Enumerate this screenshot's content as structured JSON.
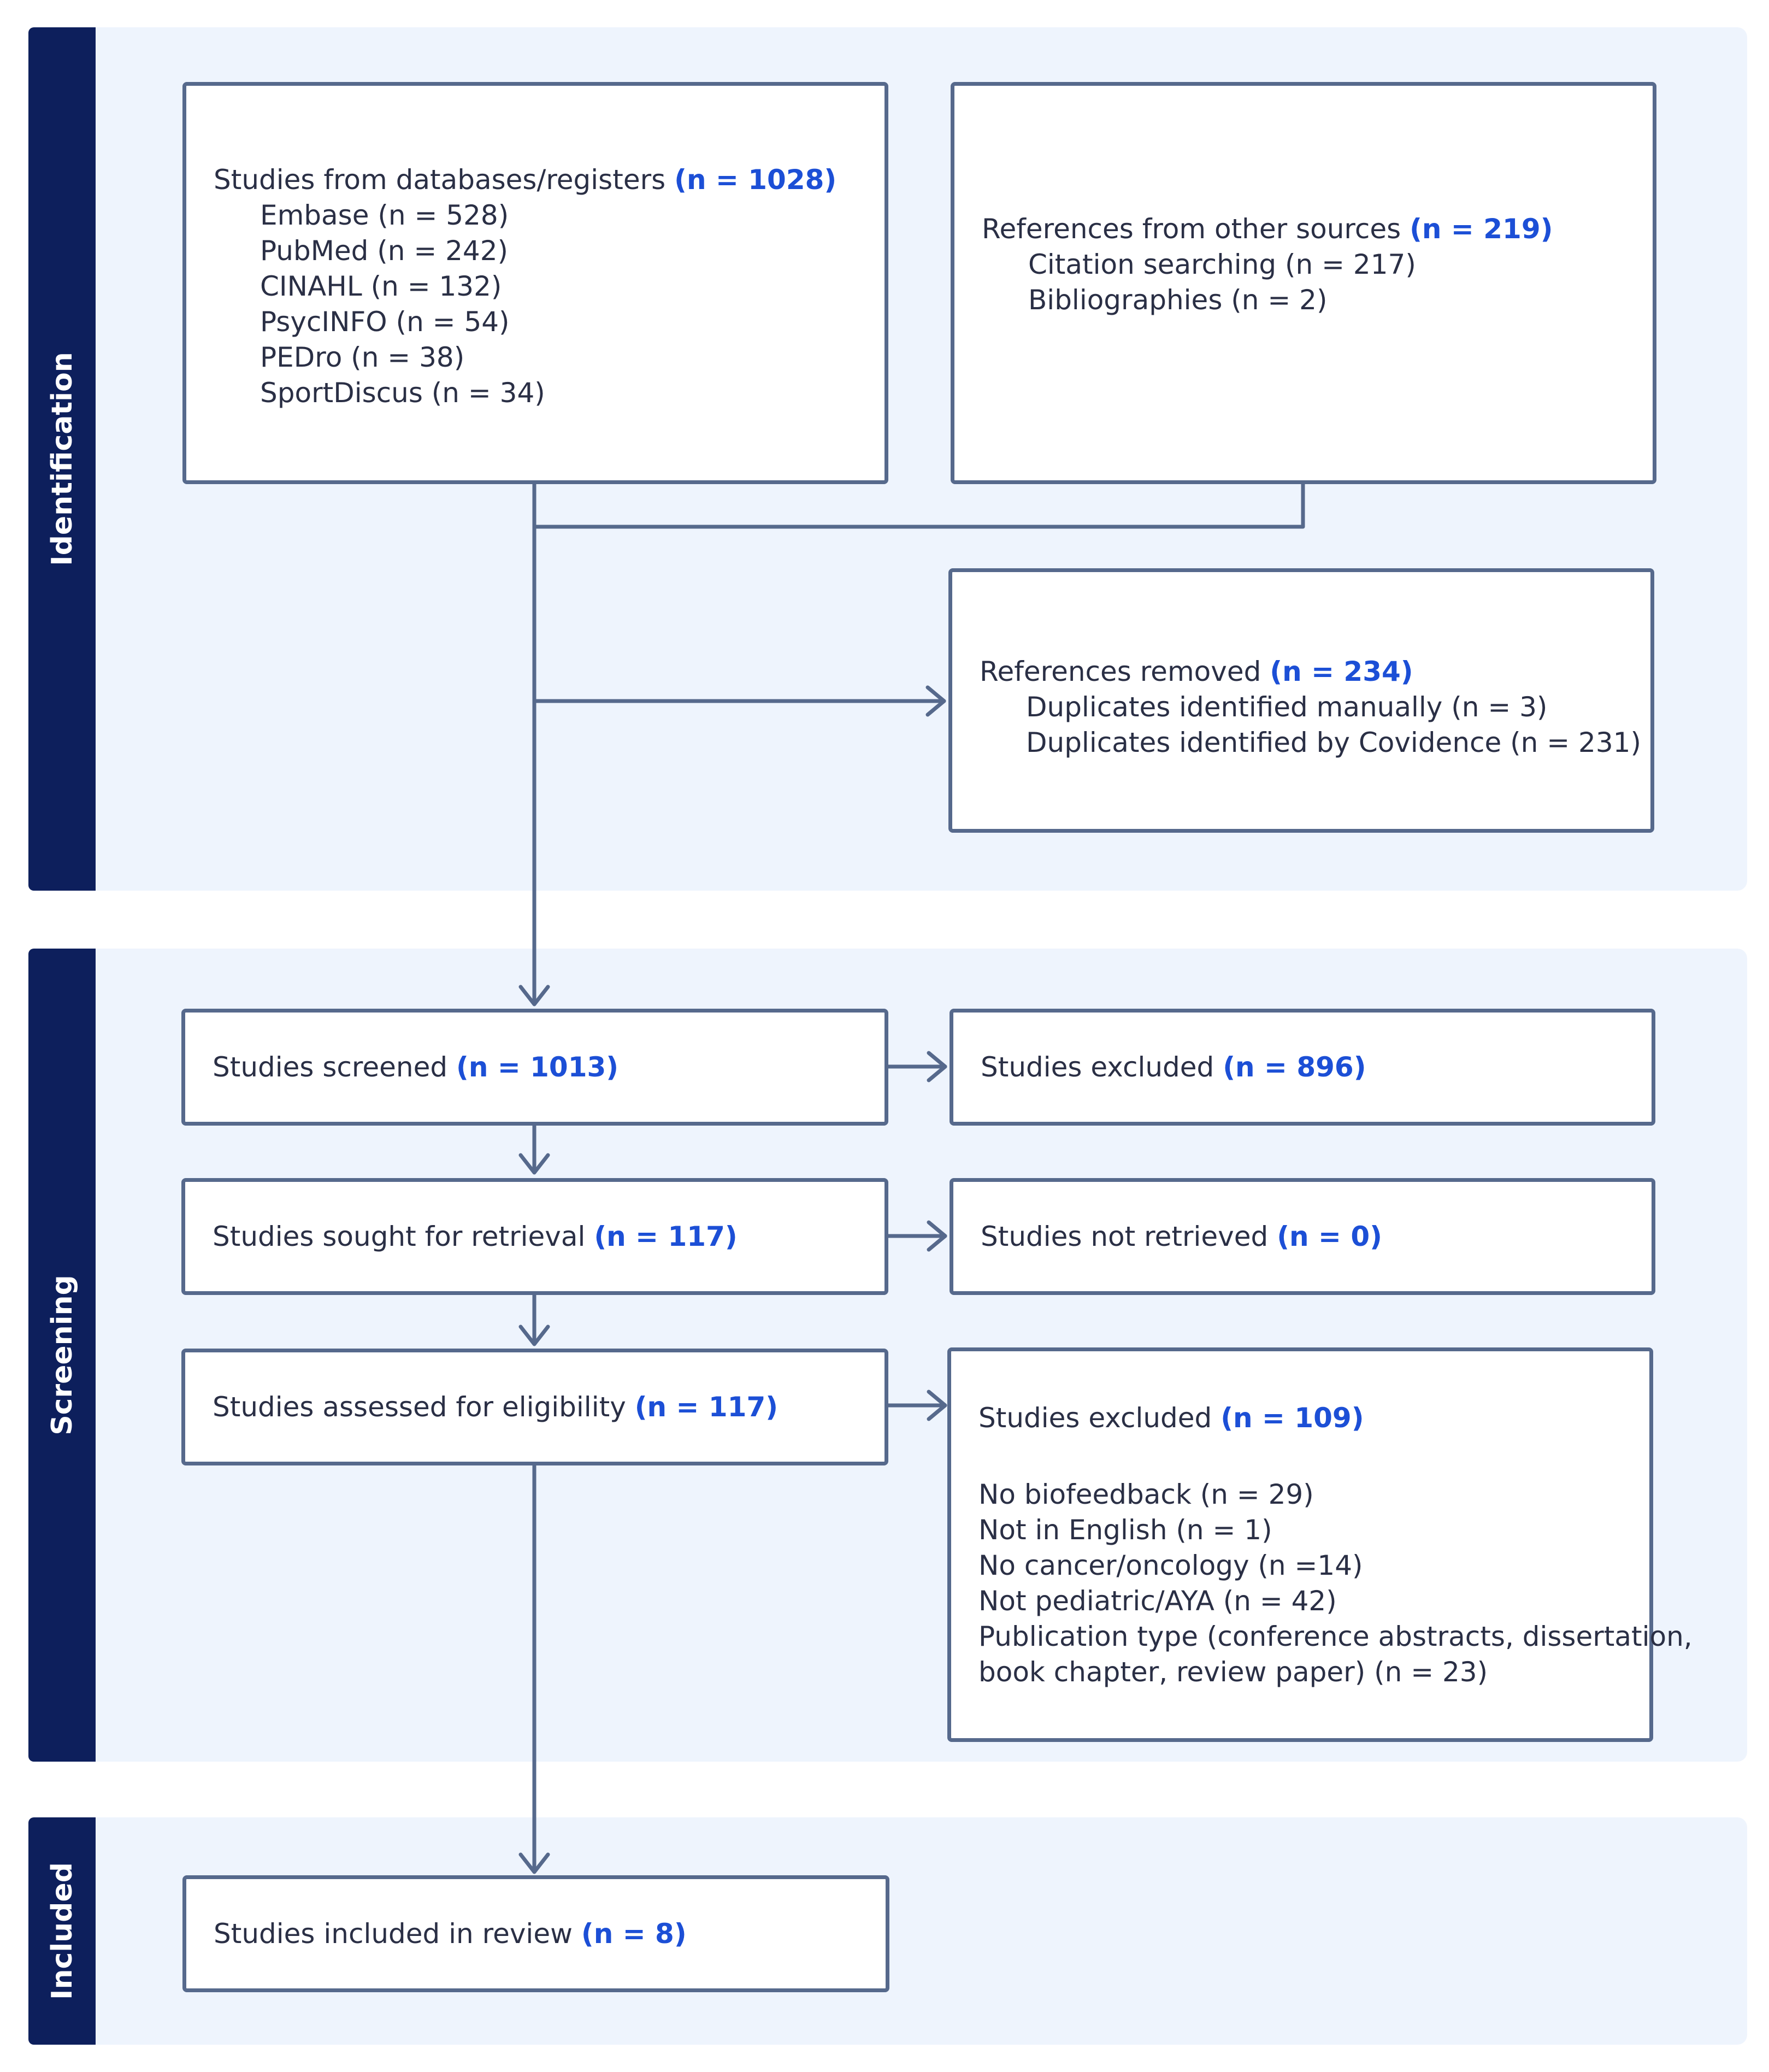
{
  "phases": {
    "identification": "Identification",
    "screening": "Screening",
    "included": "Included"
  },
  "databases": {
    "title": "Studies from databases/registers",
    "count": "(n = 1028)",
    "items": [
      "Embase (n = 528)",
      "PubMed (n = 242)",
      "CINAHL (n = 132)",
      "PsycINFO (n = 54)",
      "PEDro (n = 38)",
      "SportDiscus (n = 34)"
    ]
  },
  "other_sources": {
    "title": "References from other sources",
    "count": "(n = 219)",
    "items": [
      "Citation searching (n = 217)",
      "Bibliographies (n = 2)"
    ]
  },
  "removed": {
    "title": "References removed",
    "count": "(n = 234)",
    "items": [
      "Duplicates identified manually (n = 3)",
      "Duplicates identified by Covidence (n = 231)"
    ]
  },
  "screened": {
    "title": "Studies screened",
    "count": "(n = 1013)"
  },
  "excluded_screen": {
    "title": "Studies excluded",
    "count": "(n = 896)"
  },
  "sought": {
    "title": "Studies sought for retrieval",
    "count": "(n = 117)"
  },
  "not_retrieved": {
    "title": "Studies not retrieved",
    "count": "(n = 0)"
  },
  "assessed": {
    "title": "Studies assessed for eligibility",
    "count": "(n = 117)"
  },
  "excluded_eligibility": {
    "title": "Studies excluded",
    "count": "(n = 109)",
    "items": [
      "No biofeedback (n = 29)",
      "Not in English (n = 1)",
      "No cancer/oncology (n =14)",
      "Not pediatric/AYA (n = 42)",
      "Publication type (conference abstracts, dissertation,",
      "book chapter, review paper) (n = 23)"
    ]
  },
  "included": {
    "title": "Studies included in review",
    "count": "(n = 8)"
  },
  "colors": {
    "phase_bar": "#0d1f5c",
    "phase_background": "#eef4fd",
    "box_border": "#56698c",
    "highlight": "#1c4fd6"
  }
}
